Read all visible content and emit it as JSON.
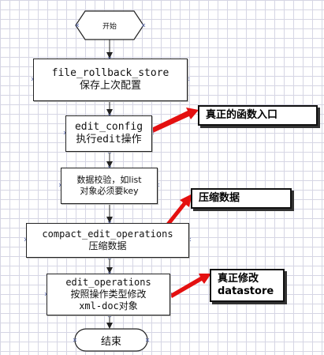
{
  "flow": {
    "start": "开始",
    "steps": [
      {
        "line1": "file_rollback_store",
        "line2": "保存上次配置"
      },
      {
        "line1": "edit_config",
        "line2": "执行edit操作"
      },
      {
        "line1": "数据校验，如list",
        "line2": "对象必须要key"
      },
      {
        "line1": "compact_edit_operations",
        "line2": "压缩数据"
      },
      {
        "line1": "edit_operations",
        "line2": "按照操作类型修改",
        "line3": "xml-doc对象"
      }
    ],
    "end": "结束"
  },
  "callouts": {
    "entry": "真正的函数入口",
    "compress": "压缩数据",
    "modify": {
      "line1": "真正修改",
      "line2": "datastore"
    }
  },
  "colors": {
    "arrow_red": "#e41010",
    "grid": "#d6d6e4",
    "border": "#222222"
  }
}
